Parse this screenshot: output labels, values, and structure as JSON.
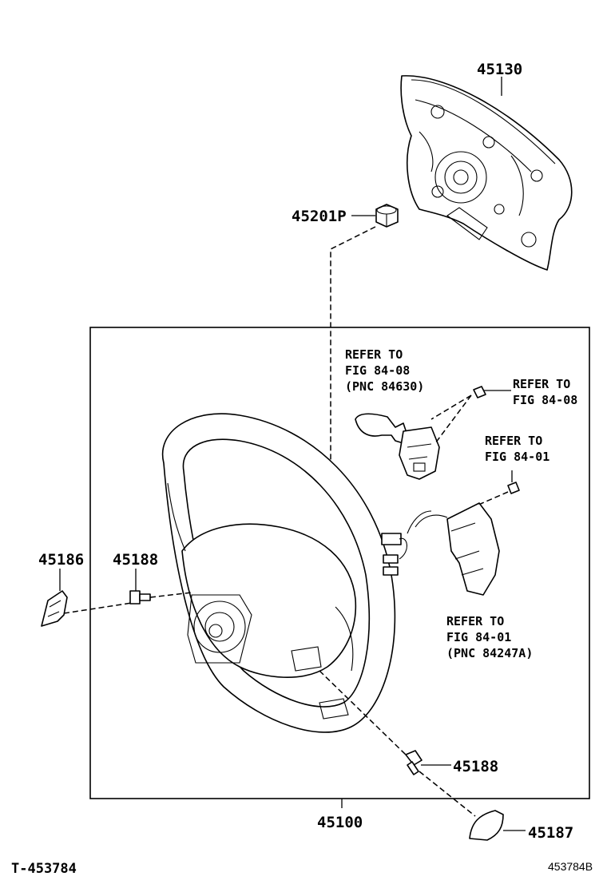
{
  "callouts": {
    "p45130": "45130",
    "p45201p": "45201P",
    "p45186": "45186",
    "p45188_left": "45188",
    "p45188_right": "45188",
    "p45100": "45100",
    "p45187": "45187"
  },
  "references": {
    "ref1": {
      "line1": "REFER TO",
      "line2": "FIG 84-08",
      "line3": "(PNC 84630)"
    },
    "ref2": {
      "line1": "REFER TO",
      "line2": "FIG 84-08"
    },
    "ref3": {
      "line1": "REFER TO",
      "line2": "FIG 84-01"
    },
    "ref4": {
      "line1": "REFER TO",
      "line2": "FIG 84-01",
      "line3": "(PNC 84247A)"
    }
  },
  "footer": {
    "diagram_code": "T-453784",
    "image_code": "453784B"
  }
}
